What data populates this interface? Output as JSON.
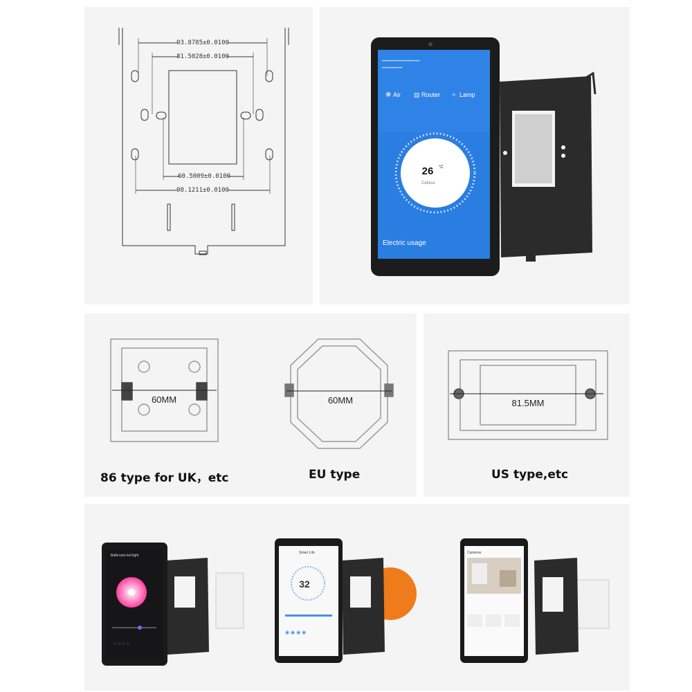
{
  "drawing": {
    "dims": [
      "93.8785±0.0100",
      "81.5028±0.0100",
      "60.5009±0.0100",
      "98.1211±0.0100"
    ]
  },
  "hero_screen": {
    "rooms": [
      "Air",
      "Router",
      "Lamp"
    ],
    "temperature": "26",
    "temperature_unit": "°C",
    "temperature_label": "Celsius",
    "footer": "Electric usage"
  },
  "boxes": [
    {
      "measure": "60MM",
      "caption": "86 type for UK，etc"
    },
    {
      "measure": "60MM",
      "caption": "EU type"
    },
    {
      "measure": "81.5MM",
      "caption": "US type,etc"
    }
  ],
  "devices": [
    {
      "screen_title": "Bathroom led light",
      "value": ""
    },
    {
      "screen_title": "Smart Life",
      "value": "32"
    },
    {
      "screen_title": "Cameras",
      "value": ""
    }
  ],
  "colors": {
    "panel_bg": "#f4f4f4",
    "screen_blue": "#2a7de1",
    "plate": "#2b2b2b",
    "eu_box": "#ef7b1a"
  }
}
